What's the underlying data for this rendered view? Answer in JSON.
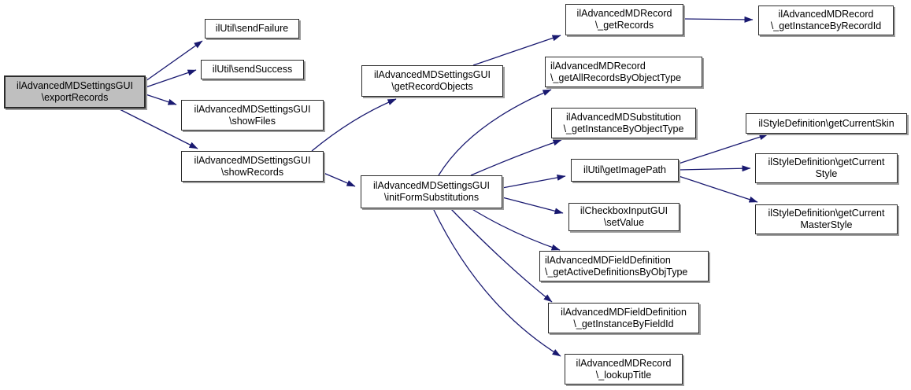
{
  "diagram": {
    "type": "call-graph",
    "colors": {
      "edge": "#191970",
      "node_border": "#2b2b2b",
      "node_fill": "#ffffff",
      "highlight_fill": "#bfbfbf",
      "shadow": "#9d9d9d",
      "background": "#ffffff",
      "text": "#000000"
    },
    "nodes": [
      {
        "id": "exportRecords",
        "line1": "ilAdvancedMDSettingsGUI",
        "line2": "\\exportRecords",
        "highlighted": true
      },
      {
        "id": "sendFailure",
        "line1": "ilUtil\\sendFailure"
      },
      {
        "id": "sendSuccess",
        "line1": "ilUtil\\sendSuccess"
      },
      {
        "id": "showFiles",
        "line1": "ilAdvancedMDSettingsGUI",
        "line2": "\\showFiles"
      },
      {
        "id": "showRecords",
        "line1": "ilAdvancedMDSettingsGUI",
        "line2": "\\showRecords"
      },
      {
        "id": "getRecordObjects",
        "line1": "ilAdvancedMDSettingsGUI",
        "line2": "\\getRecordObjects"
      },
      {
        "id": "initFormSubstitutions",
        "line1": "ilAdvancedMDSettingsGUI",
        "line2": "\\initFormSubstitutions"
      },
      {
        "id": "getRecords",
        "line1": "ilAdvancedMDRecord",
        "line2": "\\_getRecords"
      },
      {
        "id": "getInstanceByRecordId",
        "line1": "ilAdvancedMDRecord",
        "line2": "\\_getInstanceByRecordId"
      },
      {
        "id": "getAllRecordsByObjectType",
        "line1": "ilAdvancedMDRecord",
        "line2": "\\_getAllRecordsByObjectType"
      },
      {
        "id": "getInstanceByObjectType",
        "line1": "ilAdvancedMDSubstitution",
        "line2": "\\_getInstanceByObjectType"
      },
      {
        "id": "getImagePath",
        "line1": "ilUtil\\getImagePath"
      },
      {
        "id": "setValue",
        "line1": "ilCheckboxInputGUI",
        "line2": "\\setValue"
      },
      {
        "id": "getActiveDefinitionsByObjType",
        "line1": "ilAdvancedMDFieldDefinition",
        "line2": "\\_getActiveDefinitionsByObjType"
      },
      {
        "id": "getInstanceByFieldId",
        "line1": "ilAdvancedMDFieldDefinition",
        "line2": "\\_getInstanceByFieldId"
      },
      {
        "id": "lookupTitle",
        "line1": "ilAdvancedMDRecord",
        "line2": "\\_lookupTitle"
      },
      {
        "id": "getCurrentSkin",
        "line1": "ilStyleDefinition\\getCurrentSkin"
      },
      {
        "id": "getCurrentStyle",
        "line1": "ilStyleDefinition\\getCurrent",
        "line2": "Style"
      },
      {
        "id": "getCurrentMasterStyle",
        "line1": "ilStyleDefinition\\getCurrent",
        "line2": "MasterStyle"
      }
    ],
    "edges": [
      {
        "from": "exportRecords",
        "to": "sendFailure"
      },
      {
        "from": "exportRecords",
        "to": "sendSuccess"
      },
      {
        "from": "exportRecords",
        "to": "showFiles"
      },
      {
        "from": "exportRecords",
        "to": "showRecords"
      },
      {
        "from": "showRecords",
        "to": "getRecordObjects"
      },
      {
        "from": "showRecords",
        "to": "initFormSubstitutions"
      },
      {
        "from": "getRecordObjects",
        "to": "getRecords"
      },
      {
        "from": "getRecords",
        "to": "getInstanceByRecordId"
      },
      {
        "from": "initFormSubstitutions",
        "to": "getAllRecordsByObjectType"
      },
      {
        "from": "initFormSubstitutions",
        "to": "getInstanceByObjectType"
      },
      {
        "from": "initFormSubstitutions",
        "to": "getImagePath"
      },
      {
        "from": "initFormSubstitutions",
        "to": "setValue"
      },
      {
        "from": "initFormSubstitutions",
        "to": "getActiveDefinitionsByObjType"
      },
      {
        "from": "initFormSubstitutions",
        "to": "getInstanceByFieldId"
      },
      {
        "from": "initFormSubstitutions",
        "to": "lookupTitle"
      },
      {
        "from": "getImagePath",
        "to": "getCurrentSkin"
      },
      {
        "from": "getImagePath",
        "to": "getCurrentStyle"
      },
      {
        "from": "getImagePath",
        "to": "getCurrentMasterStyle"
      }
    ]
  }
}
